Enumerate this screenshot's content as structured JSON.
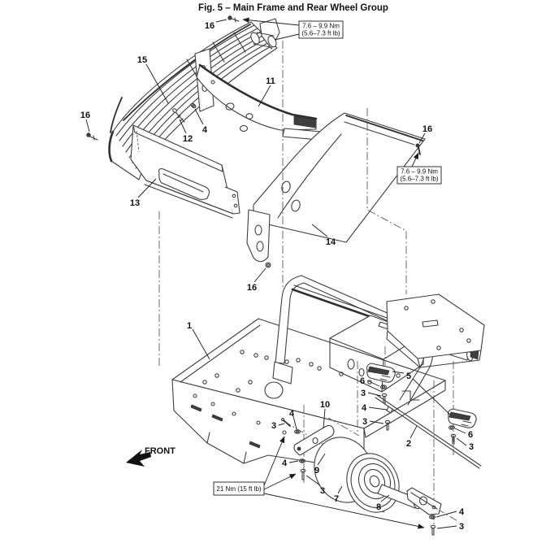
{
  "figure": {
    "title": "Fig. 5 – Main Frame and Rear Wheel Group"
  },
  "orientation": {
    "front_label": "FRONT"
  },
  "torque_notes": {
    "upper": {
      "line1": "7.6 – 9.9 Nm",
      "line2": "(5.6–7.3 ft lb)"
    },
    "right": {
      "line1": "7.6 – 9.9 Nm",
      "line2": "(5.6–7.3 ft lb)"
    },
    "lower": {
      "line1": "21 Nm (15 ft lb)"
    }
  },
  "callouts": [
    "16",
    "15",
    "11",
    "16",
    "4",
    "12",
    "13",
    "16",
    "14",
    "16",
    "1",
    "6",
    "3",
    "4",
    "3",
    "5",
    "10",
    "4",
    "3",
    "4",
    "9",
    "3",
    "7",
    "8",
    "2",
    "6",
    "3",
    "4",
    "3"
  ]
}
